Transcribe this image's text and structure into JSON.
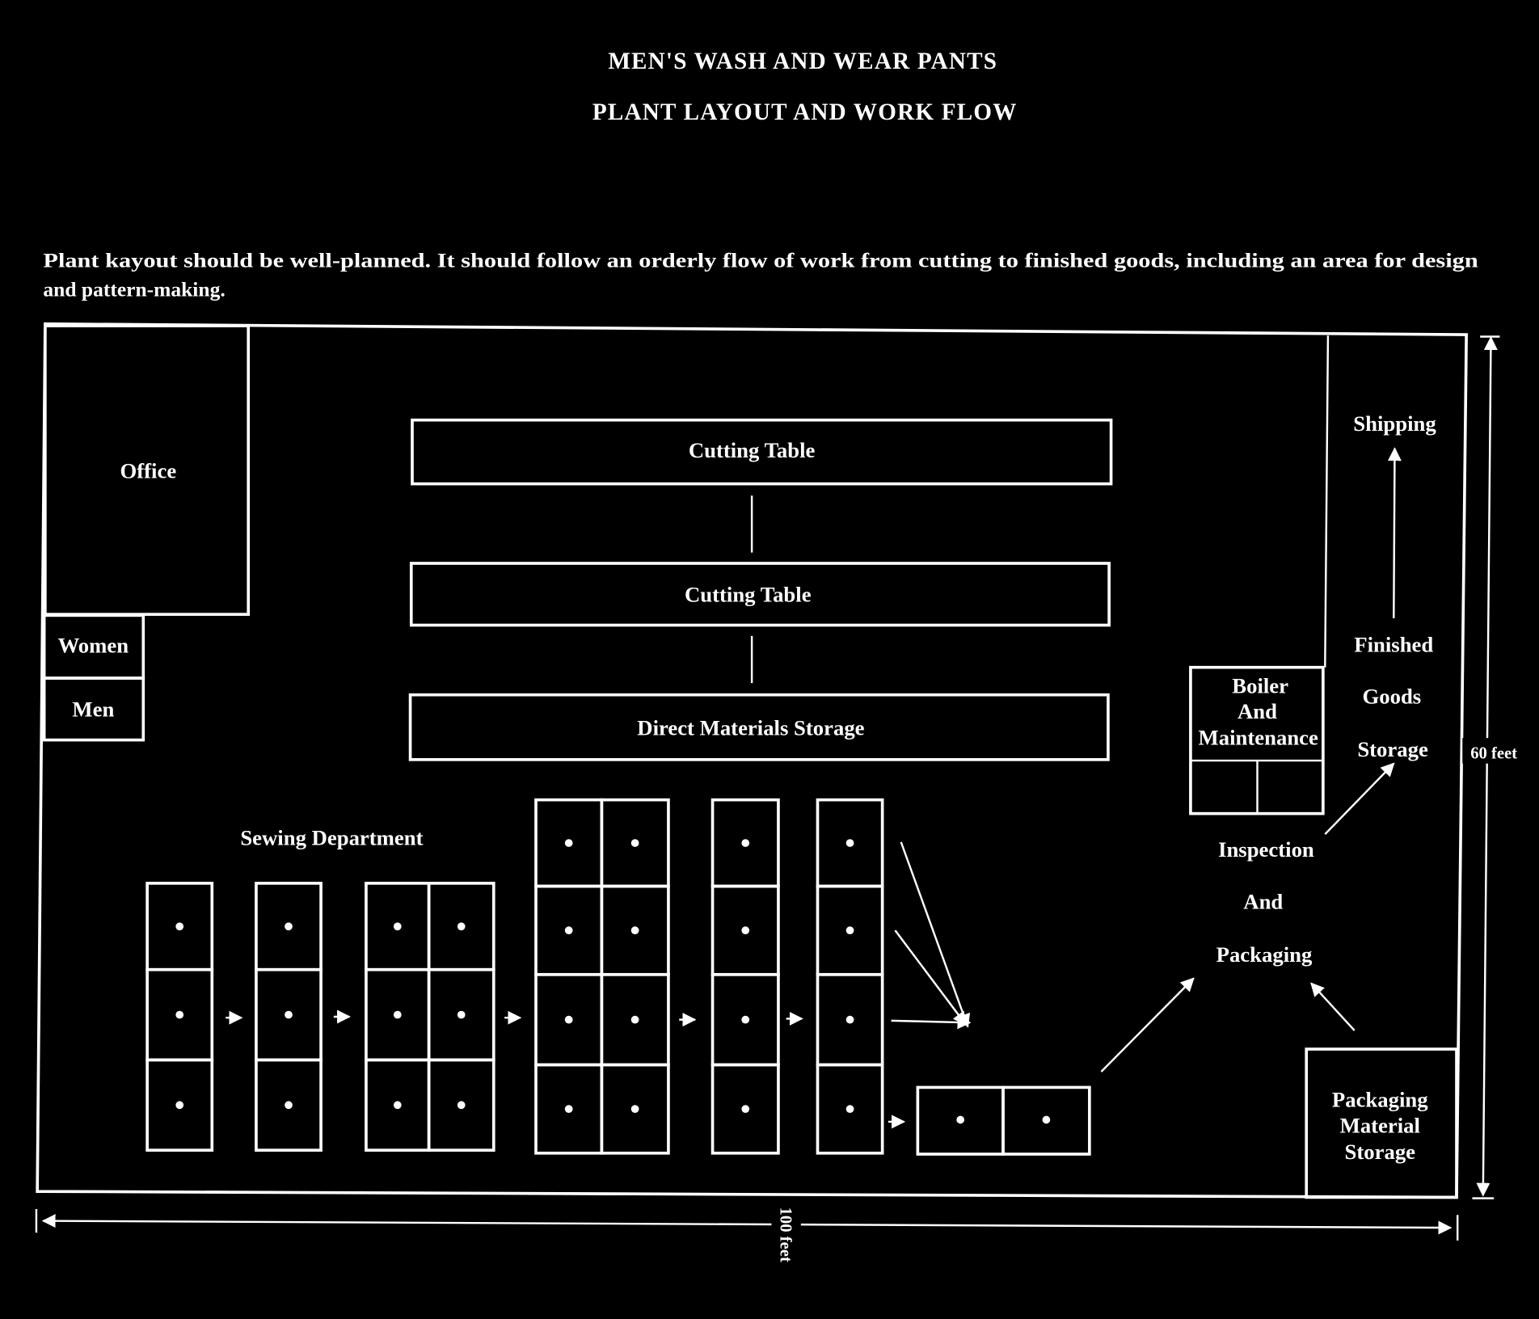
{
  "title": {
    "line1": "MEN'S WASH AND WEAR PANTS",
    "line2": "PLANT LAYOUT AND WORK FLOW"
  },
  "intro": {
    "line1": "Plant kayout should be well-planned.  It should follow an orderly flow of work  from cutting to finished goods, including an area for design",
    "line2": "and pattern-making."
  },
  "areas": {
    "office": "Office",
    "women": "Women",
    "men": "Men",
    "cutting_table_1": "Cutting Table",
    "cutting_table_2": "Cutting Table",
    "direct_materials": "Direct Materials Storage",
    "sewing": "Sewing Department",
    "boiler": [
      "Boiler",
      "And",
      "Maintenance"
    ],
    "shipping": "Shipping",
    "finished_goods": [
      "Finished",
      "Goods",
      "Storage"
    ],
    "inspection": [
      "Inspection",
      "And",
      "Packaging"
    ],
    "packaging_material": [
      "Packaging",
      "Material",
      "Storage"
    ]
  },
  "dimensions": {
    "width": "100 feet",
    "height": "60 feet"
  },
  "colors": {
    "background": "#000000",
    "foreground": "#ffffff"
  }
}
